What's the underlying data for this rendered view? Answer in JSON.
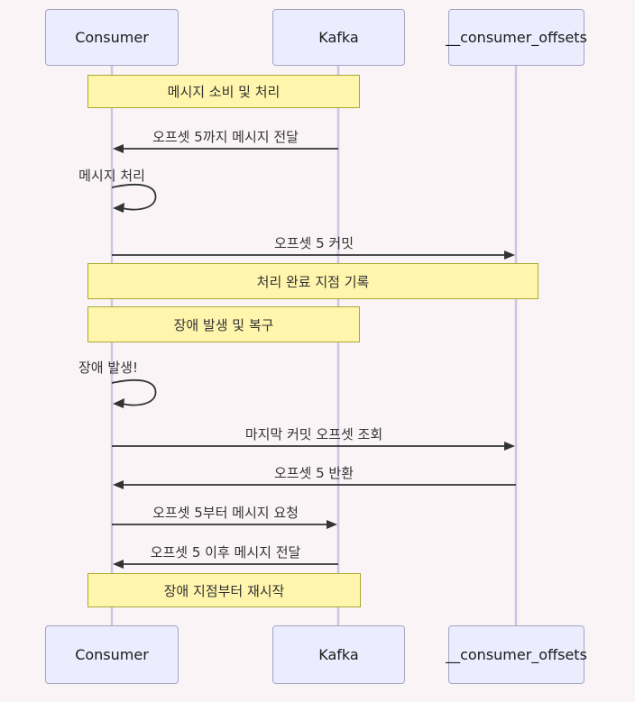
{
  "diagram": {
    "type": "sequence-diagram",
    "participants": [
      {
        "label": "Consumer"
      },
      {
        "label": "Kafka"
      },
      {
        "label": "__consumer_offsets"
      }
    ],
    "notes": [
      {
        "label": "메시지 소비 및 처리",
        "over": "Consumer,Kafka"
      },
      {
        "label": "처리 완료 지점 기록",
        "over": "Consumer,__consumer_offsets"
      },
      {
        "label": "장애 발생 및 복구",
        "over": "Consumer,Kafka"
      },
      {
        "label": "장애 지점부터 재시작",
        "over": "Consumer,Kafka"
      }
    ],
    "messages": [
      {
        "from": "Kafka",
        "to": "Consumer",
        "label": "오프셋 5까지 메시지 전달"
      },
      {
        "type": "self",
        "actor": "Consumer",
        "label": "메시지 처리"
      },
      {
        "from": "Consumer",
        "to": "__consumer_offsets",
        "label": "오프셋 5 커밋"
      },
      {
        "type": "self",
        "actor": "Consumer",
        "label": "장애 발생!"
      },
      {
        "from": "Consumer",
        "to": "__consumer_offsets",
        "label": "마지막 커밋 오프셋 조회"
      },
      {
        "from": "__consumer_offsets",
        "to": "Consumer",
        "label": "오프셋 5 반환"
      },
      {
        "from": "Consumer",
        "to": "Kafka",
        "label": "오프셋 5부터 메시지 요청"
      },
      {
        "from": "Kafka",
        "to": "Consumer",
        "label": "오프셋 5 이후 메시지 전달"
      }
    ],
    "colors": {
      "background": "#faf4f6",
      "actor_fill": "#ececff",
      "actor_border": "#a5a5c2",
      "note_fill": "#fff5ad",
      "note_border": "#aaaa33",
      "lifeline": "#ccc6e4",
      "line": "#333333",
      "text": "#333333"
    }
  }
}
